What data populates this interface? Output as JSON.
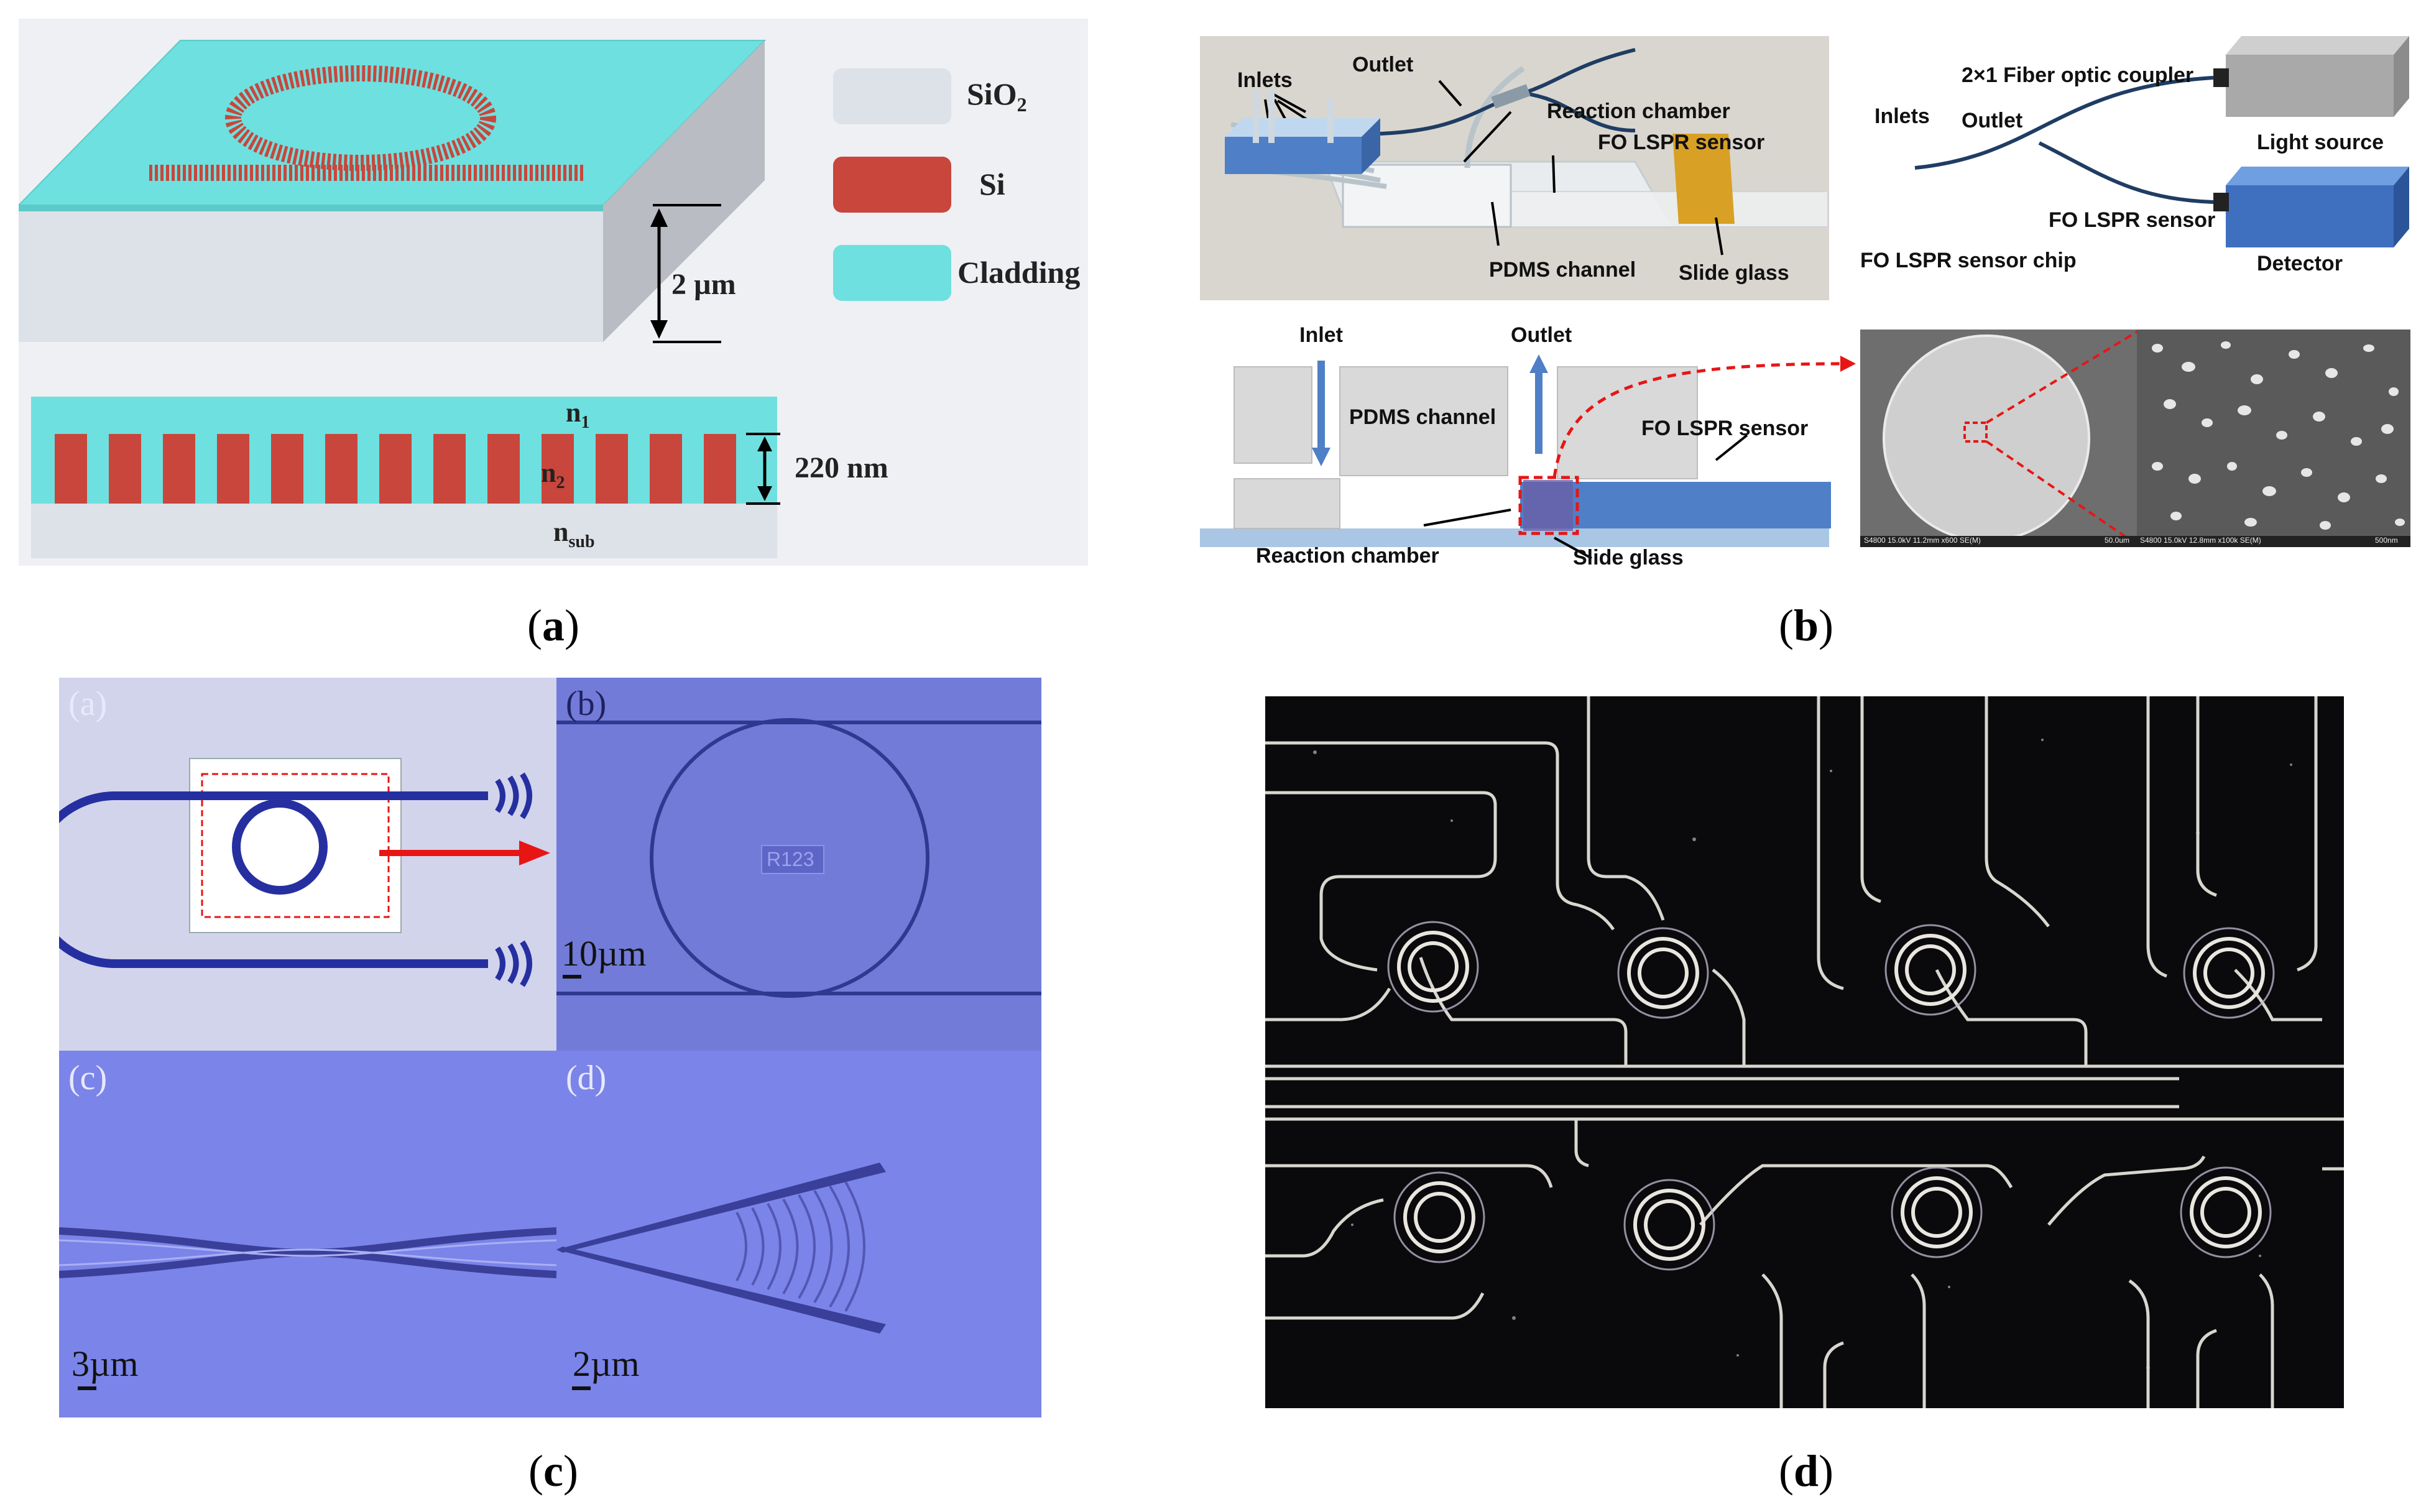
{
  "figure": {
    "captions": {
      "a": "a",
      "b": "b",
      "c": "c",
      "d": "d"
    },
    "panel_a": {
      "legend": [
        {
          "label": "SiO",
          "sub": "2",
          "color": "#dde1e8"
        },
        {
          "label": "Si",
          "sub": "",
          "color": "#c8463c"
        },
        {
          "label": "Cladding",
          "sub": "",
          "color": "#6ee0df"
        }
      ],
      "thickness_label": "2 µm",
      "grating_height_label": "220 nm",
      "n1_label": "n",
      "n1_sub": "1",
      "n2_label": "n",
      "n2_sub": "2",
      "nsub_label": "n",
      "nsub_sub": "sub"
    },
    "panel_b": {
      "photo_labels": {
        "inlets": "Inlets",
        "outlet": "Outlet",
        "reaction_chamber": "Reaction chamber",
        "fo_lspr_sensor": "FO LSPR sensor",
        "pdms_channel": "PDMS channel",
        "slide_glass": "Slide glass"
      },
      "setup_labels": {
        "coupler": "2×1 Fiber optic coupler",
        "inlets": "Inlets",
        "outlet": "Outlet",
        "light_source": "Light source",
        "fo_lspr_sensor": "FO LSPR sensor",
        "sensor_chip": "FO LSPR sensor chip",
        "detector": "Detector"
      },
      "cross_section_labels": {
        "inlet": "Inlet",
        "outlet": "Outlet",
        "pdms_channel": "PDMS channel",
        "fo_lspr_sensor": "FO LSPR sensor",
        "reaction_chamber": "Reaction chamber",
        "slide_glass": "Slide glass"
      },
      "sem_footer_left": "S4800 15.0kV 11.2mm x600 SE(M)",
      "sem_scale_left": "50.0um",
      "sem_footer_right": "S4800 15.0kV 12.8mm x100k SE(M)",
      "sem_scale_right": "500nm"
    },
    "panel_c": {
      "sub_labels": [
        "(a)",
        "(b)",
        "(c)",
        "(d)"
      ],
      "chip_id": "R123",
      "scale_b": "10µm",
      "scale_c": "3µm",
      "scale_d": "2µm"
    },
    "panel_d": {
      "ring_count_per_row": 4,
      "rows": 2
    },
    "colors": {
      "cladding": "#6ee0df",
      "silicon": "#c8463c",
      "substrate": "#dde1e8",
      "micro_blue": "#7b84e8",
      "waveguide": "#262fa0",
      "arrow_red": "#e81515",
      "pdms_blue": "#4f7fc6"
    }
  }
}
